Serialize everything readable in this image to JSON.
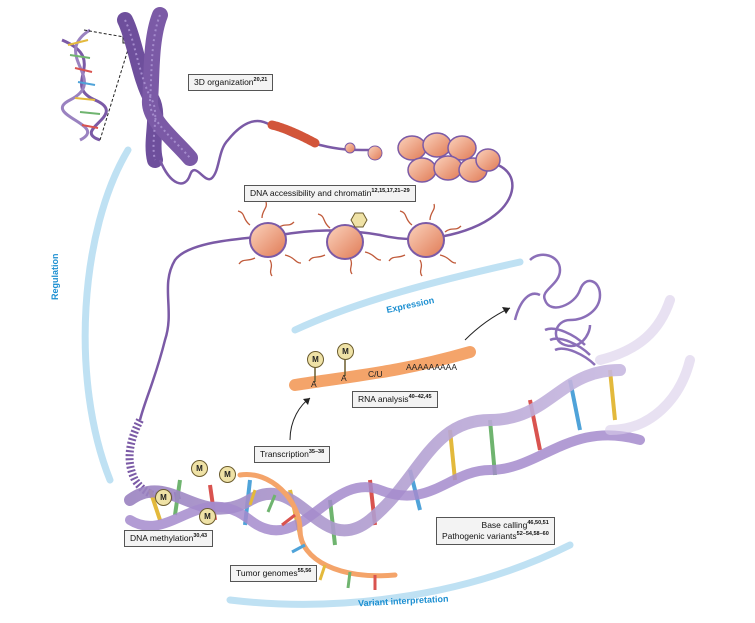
{
  "labels": {
    "organization": {
      "text": "3D organization",
      "ref": "20,21"
    },
    "accessibility": {
      "text": "DNA accessibility and chromatin",
      "ref": "12,15,17,21–29"
    },
    "rna_analysis": {
      "text": "RNA analysis",
      "ref": "40–42,45"
    },
    "transcription": {
      "text": "Transcription",
      "ref": "35–38"
    },
    "methylation": {
      "text": "DNA methylation",
      "ref": "30,43"
    },
    "tumor": {
      "text": "Tumor genomes",
      "ref": "55,56"
    },
    "base_calling": {
      "text": "Base calling",
      "ref": "46,50,51"
    },
    "pathogenic": {
      "text": "Pathogenic variants",
      "ref": "52–54,58–60"
    }
  },
  "arcs": {
    "regulation": "Regulation",
    "expression": "Expression",
    "variant": "Variant interpretation"
  },
  "rna_strand": {
    "a1": "A",
    "a2": "A",
    "cu": "C/U",
    "polya": "AAAAAAAAA"
  },
  "methyl_mark": "M",
  "colors": {
    "chromatin": "#7b5aa6",
    "nucleosome": "#f0a27e",
    "arc": "#bfe1f3",
    "arc_text": "#1c8fd1",
    "rna": "#f4a46a",
    "badge": "#efe2a6"
  }
}
